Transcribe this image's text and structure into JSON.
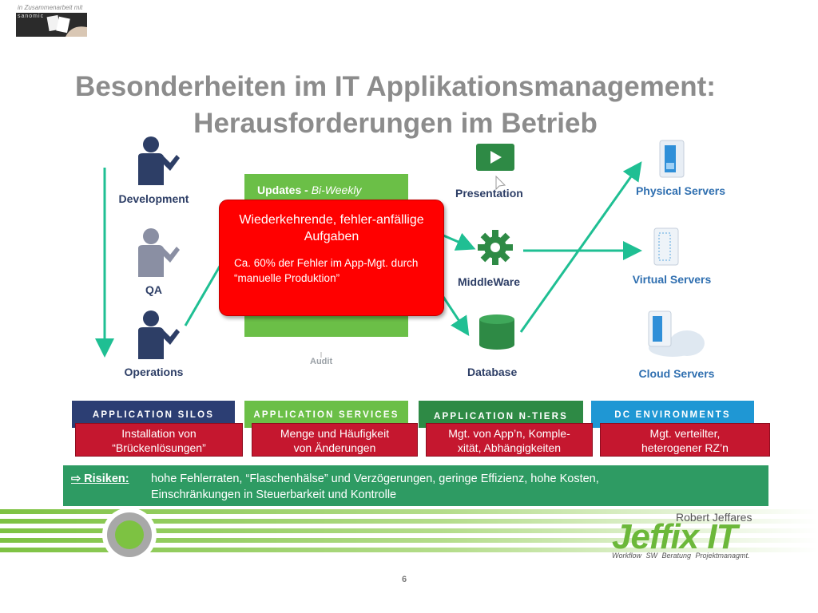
{
  "partner": {
    "text": "in Zusammenarbeit mit",
    "logo_name": "sanomic"
  },
  "title": {
    "line1": "Besonderheiten im IT Applikationsmanagement:",
    "line2": "Herausforderungen im Betrieb"
  },
  "roles": {
    "development": "Development",
    "qa": "QA",
    "operations": "Operations"
  },
  "panel": {
    "updates_label": "Updates - ",
    "updates_freq": "Bi-Weekly",
    "audit": "Audit"
  },
  "popup": {
    "heading": "Wiederkehrende, fehler-anfällige Aufgaben",
    "body": "Ca. 60% der Fehler im App-Mgt. durch “manuelle Produktion”"
  },
  "tiers": {
    "presentation": "Presentation",
    "middleware": "MiddleWare",
    "database": "Database"
  },
  "servers": {
    "physical": "Physical Servers",
    "virtual": "Virtual Servers",
    "cloud": "Cloud Servers"
  },
  "bands": [
    {
      "label": "APPLICATION SILOS",
      "color": "#2c3e73"
    },
    {
      "label": "APPLICATION SERVICES",
      "color": "#6bbf47"
    },
    {
      "label": "APPLICATION N-TIERS",
      "color": "#2e8a45"
    },
    {
      "label": "DC ENVIRONMENTS",
      "color": "#1f97d4"
    }
  ],
  "notes": [
    {
      "line1": "Installation von",
      "line2": "“Brückenlösungen”"
    },
    {
      "line1": "Menge und Häufigkeit",
      "line2": "von Änderungen"
    },
    {
      "line1": "Mgt. von App’n, Komple-",
      "line2": "xität, Abhängigkeiten"
    },
    {
      "line1": "Mgt. verteilter,",
      "line2": "heterogener RZ’n"
    }
  ],
  "risk": {
    "label": "⇨ Risiken:",
    "line1": "hohe Fehlerraten, “Flaschenhälse” und Verzögerungen, geringe Effizienz, hohe Kosten,",
    "line2": "Einschränkungen in Steuerbarkeit und Kontrolle"
  },
  "footer": {
    "author": "Robert Jeffares",
    "logo": "Jeffix IT",
    "tagline": "Workflow SW   Beratung   Projektmanagmt.",
    "page": "6"
  },
  "colors": {
    "accent_teal": "#1fbf93",
    "popup_red": "#ff0000",
    "note_red": "#c5172f",
    "risk_green": "#2e9b63",
    "navy": "#2d3e66"
  }
}
